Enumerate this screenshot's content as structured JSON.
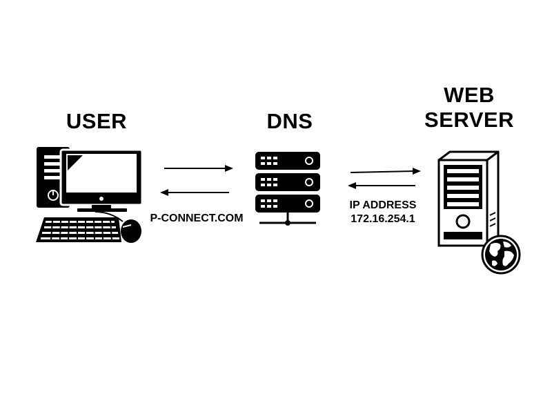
{
  "nodes": {
    "user": {
      "title": "USER"
    },
    "dns": {
      "title": "DNS"
    },
    "web_server": {
      "title_line1": "WEB",
      "title_line2": "SERVER"
    }
  },
  "labels": {
    "domain": "P-CONNECT.COM",
    "ip_line1": "IP ADDRESS",
    "ip_line2": "172.16.254.1"
  },
  "icons": [
    "desktop-computer-icon",
    "dns-server-rack-icon",
    "web-server-tower-icon",
    "globe-icon"
  ],
  "colors": {
    "foreground": "#000000",
    "background": "#ffffff"
  }
}
